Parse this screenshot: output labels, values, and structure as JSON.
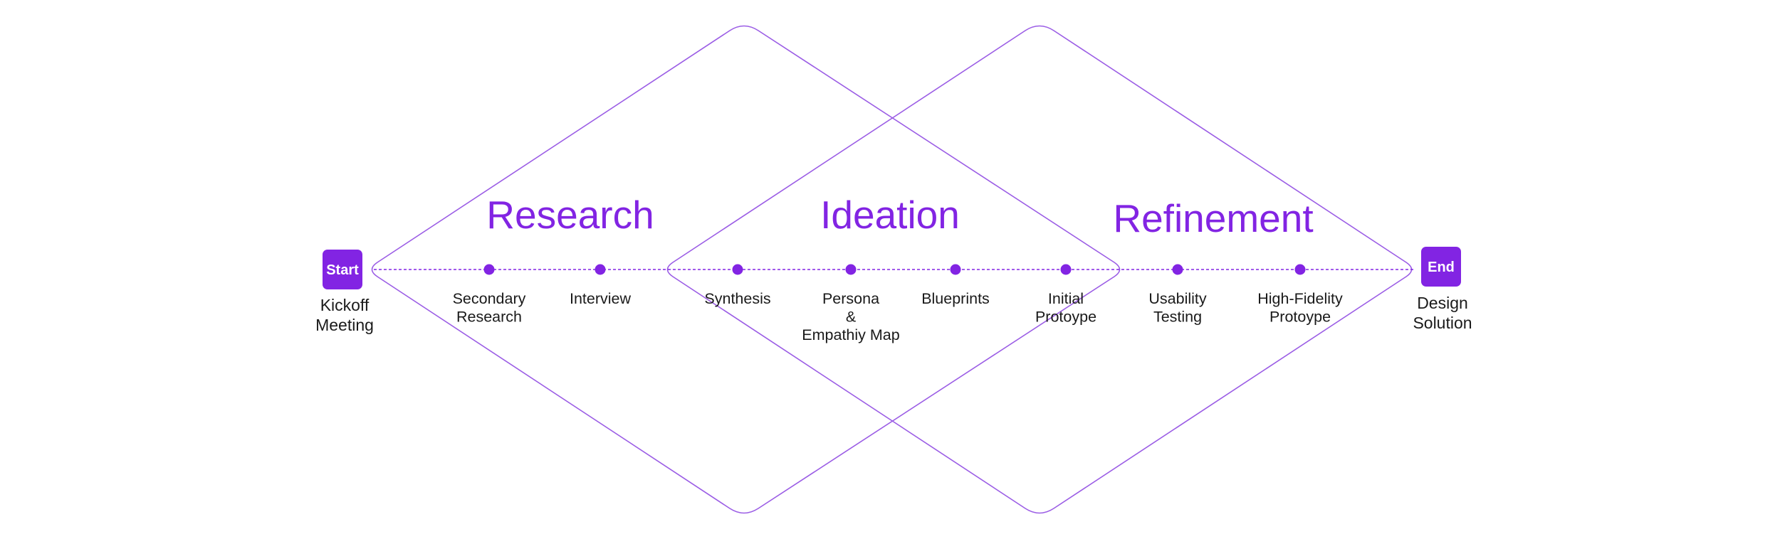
{
  "colors": {
    "accent": "#8224E3",
    "outline": "#9B5DE5",
    "text": "#1a1a1a"
  },
  "phases": [
    {
      "title": "Research"
    },
    {
      "title": "Ideation"
    },
    {
      "title": "Refinement"
    }
  ],
  "start": {
    "box_label": "Start",
    "caption": [
      "Kickoff",
      "Meeting"
    ]
  },
  "end": {
    "box_label": "End",
    "caption": [
      "Design",
      "Solution"
    ]
  },
  "steps": [
    {
      "label": [
        "Secondary",
        "Research"
      ]
    },
    {
      "label": [
        "Interview"
      ]
    },
    {
      "label": [
        "Synthesis"
      ]
    },
    {
      "label": [
        "Persona",
        "&",
        "Empathiy Map"
      ]
    },
    {
      "label": [
        "Blueprints"
      ]
    },
    {
      "label": [
        "Initial",
        "Protoype"
      ]
    },
    {
      "label": [
        "Usability",
        "Testing"
      ]
    },
    {
      "label": [
        "High-Fidelity",
        "Protoype"
      ]
    }
  ]
}
